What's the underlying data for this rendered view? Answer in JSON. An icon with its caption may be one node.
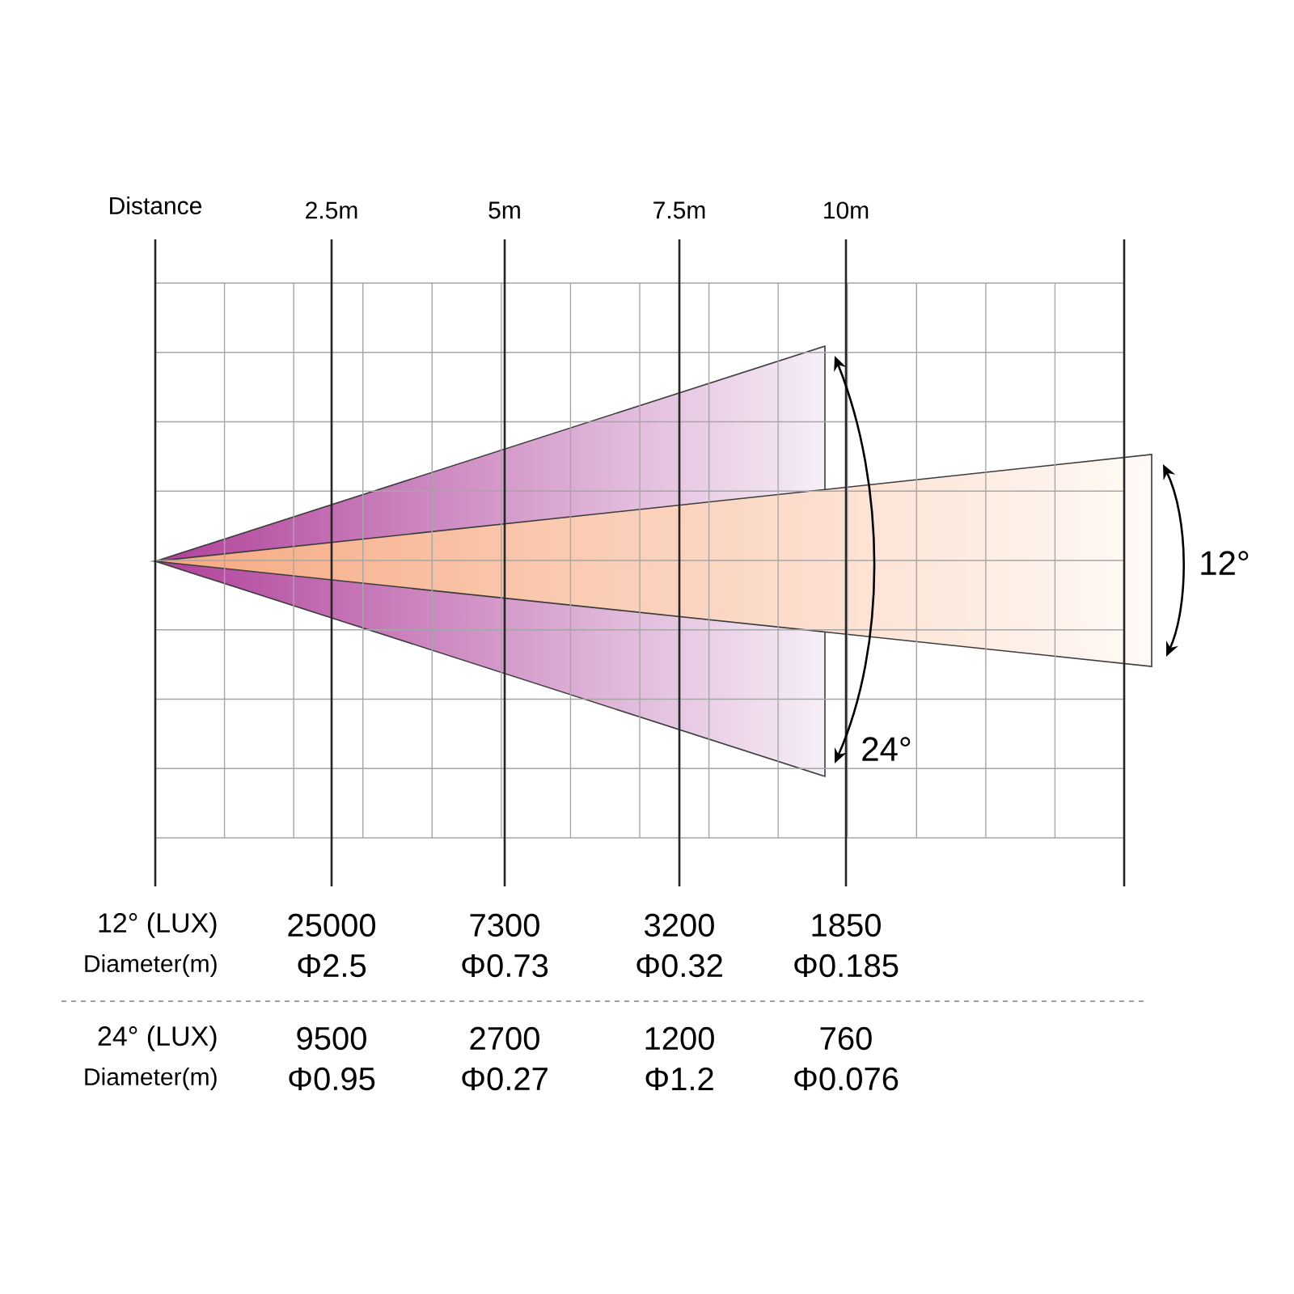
{
  "diagram": {
    "labels": [
      "Distance",
      "2.5m",
      "5m",
      "7.5m",
      "10m",
      "12°",
      "24°",
      "12° (LUX)",
      "25000",
      "7300",
      "3200",
      "1850",
      "Diameter(m)",
      "Φ2.5",
      "Φ0.73",
      "Φ0.32",
      "Φ0.185",
      "24° (LUX)",
      "9500",
      "2700",
      "1200",
      "760",
      "Diameter(m)",
      "Φ0.95",
      "Φ0.27",
      "Φ1.2",
      "Φ0.076"
    ]
  }
}
